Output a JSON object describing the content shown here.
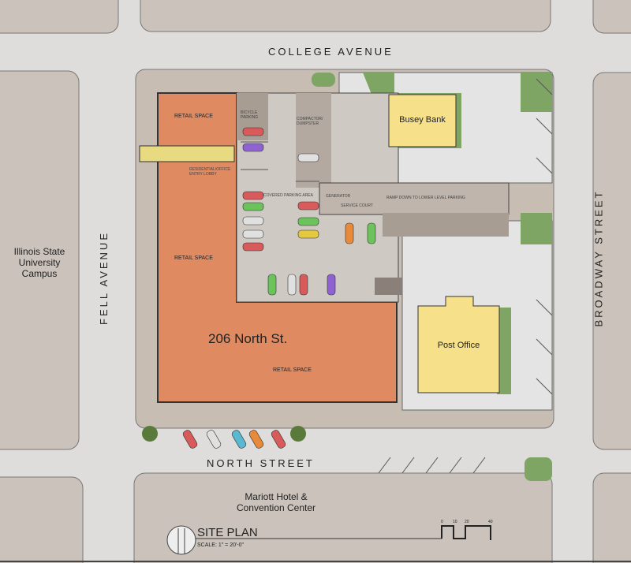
{
  "streets": {
    "college": "COLLEGE AVENUE",
    "fell": "FELL AVENUE",
    "broadway": "BROADWAY STREET",
    "north": "NORTH STREET"
  },
  "places": {
    "campus": "Illinois State University Campus",
    "bank": "Busey Bank",
    "post_office": "Post Office",
    "hotel": "Mariott Hotel & Convention Center",
    "address": "206 North St."
  },
  "spaces": {
    "retail_1": "RETAIL SPACE",
    "retail_2": "RETAIL SPACE",
    "retail_3": "RETAIL SPACE",
    "bicycle": "BICYCLE PARKING",
    "compactor": "COMPACTOR/ DUMPSTER",
    "lobby": "RESIDENTIAL/OFFICE ENTRY LOBBY",
    "covered": "COVERED PARKING AREA",
    "generator": "GENERATOR",
    "service": "SERVICE COURT",
    "ramp": "RAMP DOWN TO LOWER LEVEL PARKING"
  },
  "title_block": {
    "title": "SITE PLAN",
    "scale": "SCALE: 1\" = 20'-0\"",
    "scale_ticks": [
      "0",
      "10",
      "20",
      "40"
    ]
  },
  "colors": {
    "retail": "#e08a62",
    "building_yellow": "#f7e08a",
    "grass": "#7fa565",
    "road": "#dcdcdc",
    "block": "#cfc7bf"
  }
}
